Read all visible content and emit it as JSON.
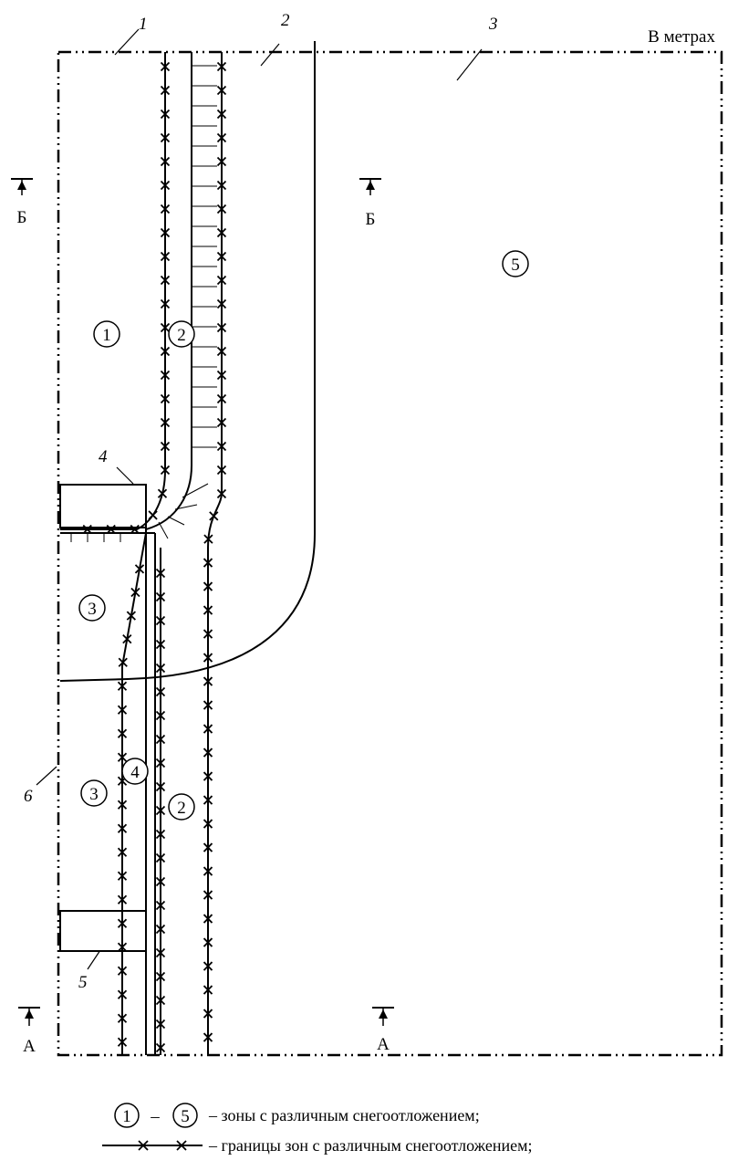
{
  "units_label": "В метрах",
  "callouts": {
    "c1": "1",
    "c2": "2",
    "c3": "3",
    "c4": "4",
    "c5": "5",
    "c6": "6"
  },
  "zones": {
    "z1": "1",
    "z2_upper": "2",
    "z2_lower": "2",
    "z3_upper": "3",
    "z3_lower": "3",
    "z4": "4",
    "z5": "5"
  },
  "section_marks": {
    "b_left": "Б",
    "b_right": "Б",
    "a_left": "А",
    "a_right": "А"
  },
  "legend": {
    "range_from": "1",
    "range_dash": "–",
    "range_to": "5",
    "zones_text": "– зоны с различным снегоотложением;",
    "boundary_text": "– границы зон с различным снегоотложением;"
  }
}
